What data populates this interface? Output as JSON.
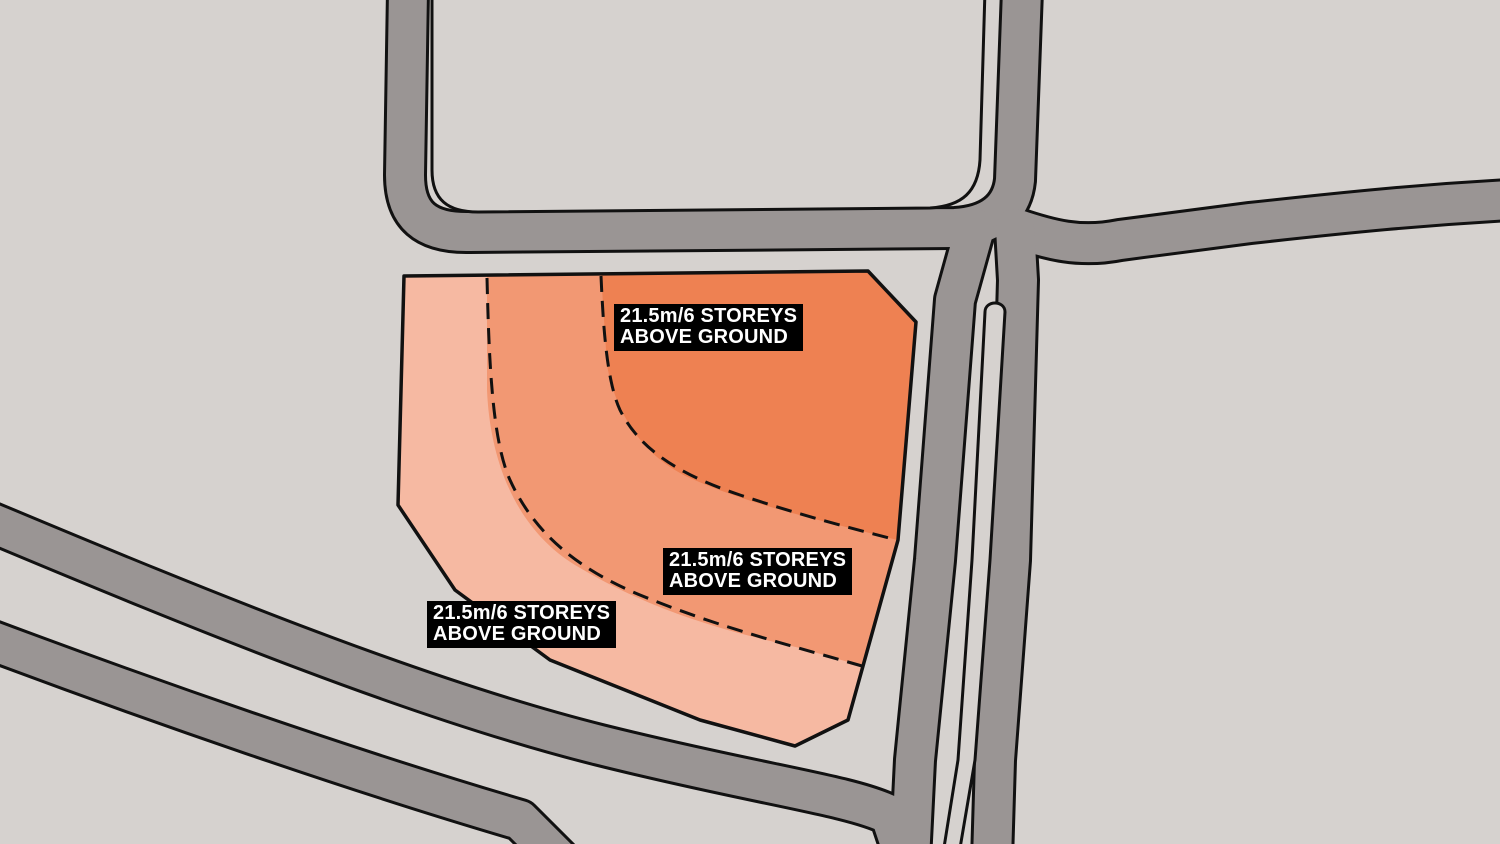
{
  "map": {
    "colors": {
      "ground": "#d6d2cf",
      "road": "#9a9594",
      "outline": "#111111",
      "zone_inner": "#ee8152",
      "zone_middle": "#f29873",
      "zone_outer": "#f6b9a2"
    },
    "labels": {
      "top": {
        "line1": "21.5m/6 STOREYS",
        "line2": "ABOVE GROUND"
      },
      "middle": {
        "line1": "21.5m/6 STOREYS",
        "line2": "ABOVE GROUND"
      },
      "bottom": {
        "line1": "21.5m/6 STOREYS",
        "line2": "ABOVE GROUND"
      }
    }
  }
}
